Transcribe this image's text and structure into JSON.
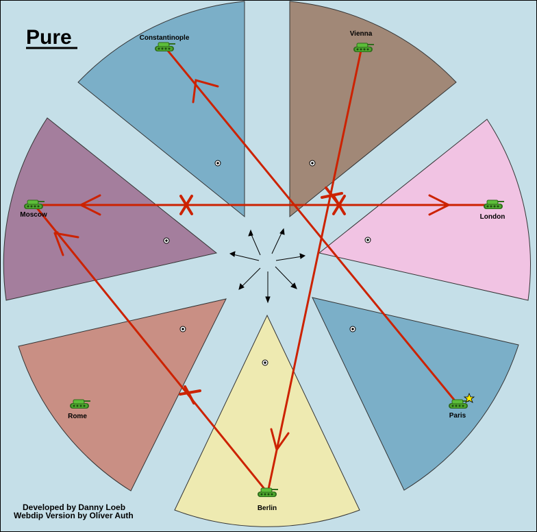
{
  "title": "Pure",
  "credits": {
    "line1": "Developed by Danny Loeb",
    "line2": "Webdip Version by Oliver Auth"
  },
  "colors": {
    "sea": "#c5dfe8",
    "constantinople": "#7bafc8",
    "vienna": "#a18877",
    "london": "#f1c3e3",
    "paris": "#7bafc8",
    "berlin": "#eeeab1",
    "rome": "#c98f84",
    "moscow": "#a47e9d",
    "order_line": "#cc2200",
    "unit": "#4da72e"
  },
  "territories": [
    {
      "id": "constantinople",
      "name": "Constantinople"
    },
    {
      "id": "vienna",
      "name": "Vienna"
    },
    {
      "id": "london",
      "name": "London"
    },
    {
      "id": "paris",
      "name": "Paris"
    },
    {
      "id": "berlin",
      "name": "Berlin"
    },
    {
      "id": "rome",
      "name": "Rome"
    },
    {
      "id": "moscow",
      "name": "Moscow"
    }
  ],
  "units": [
    {
      "territory": "constantinople",
      "type": "army-icon"
    },
    {
      "territory": "vienna",
      "type": "army-icon"
    },
    {
      "territory": "london",
      "type": "army-icon"
    },
    {
      "territory": "paris",
      "type": "army-icon",
      "marked": "star-icon"
    },
    {
      "territory": "berlin",
      "type": "army-icon"
    },
    {
      "territory": "rome",
      "type": "army-icon"
    },
    {
      "territory": "moscow",
      "type": "army-icon"
    }
  ],
  "orders": [
    {
      "from": "paris",
      "to": "constantinople",
      "result": "success"
    },
    {
      "from": "vienna",
      "to": "berlin",
      "result": "success"
    },
    {
      "from": "london",
      "to": "moscow",
      "result": "failed"
    },
    {
      "from": "berlin",
      "to": "moscow",
      "result": "failed"
    }
  ]
}
